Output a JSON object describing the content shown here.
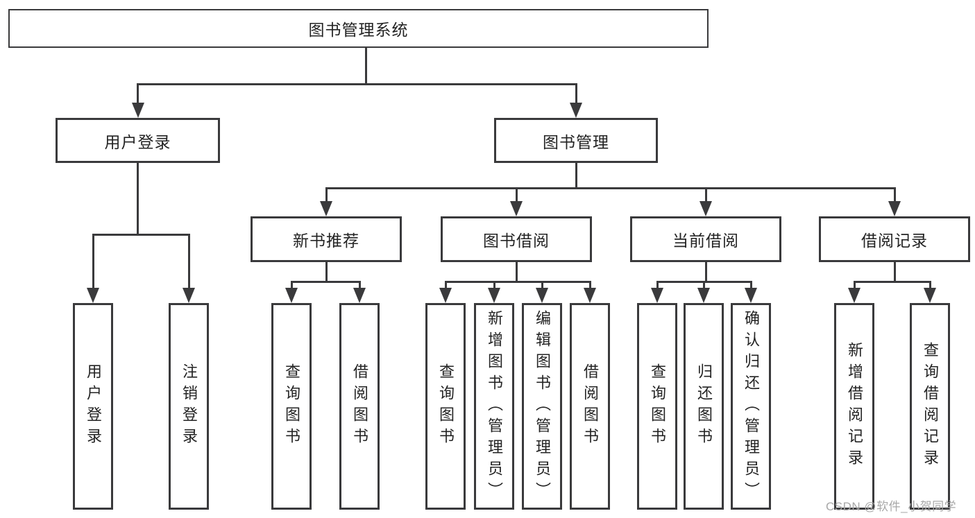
{
  "diagram": {
    "type": "org-tree",
    "colors": {
      "background": "#ffffff",
      "line": "#3a3a3c",
      "border": "#3a3a3c",
      "text": "#232323",
      "watermark": "#a8a8a8"
    },
    "root": {
      "label": "图书管理系统",
      "children": [
        {
          "label": "用户登录",
          "children": [
            {
              "label": "用户登录"
            },
            {
              "label": "注销登录"
            }
          ]
        },
        {
          "label": "图书管理",
          "children": [
            {
              "label": "新书推荐",
              "children": [
                {
                  "label": "查询图书"
                },
                {
                  "label": "借阅图书"
                }
              ]
            },
            {
              "label": "图书借阅",
              "children": [
                {
                  "label": "查询图书"
                },
                {
                  "label": "新增图书（管理员）"
                },
                {
                  "label": "编辑图书（管理员）"
                },
                {
                  "label": "借阅图书"
                }
              ]
            },
            {
              "label": "当前借阅",
              "children": [
                {
                  "label": "查询图书"
                },
                {
                  "label": "归还图书"
                },
                {
                  "label": "确认归还（管理员）"
                }
              ]
            },
            {
              "label": "借阅记录",
              "children": [
                {
                  "label": "新增借阅记录"
                },
                {
                  "label": "查询借阅记录"
                }
              ]
            }
          ]
        }
      ]
    }
  },
  "watermark": {
    "text": "CSDN @软件_小贺同学"
  }
}
